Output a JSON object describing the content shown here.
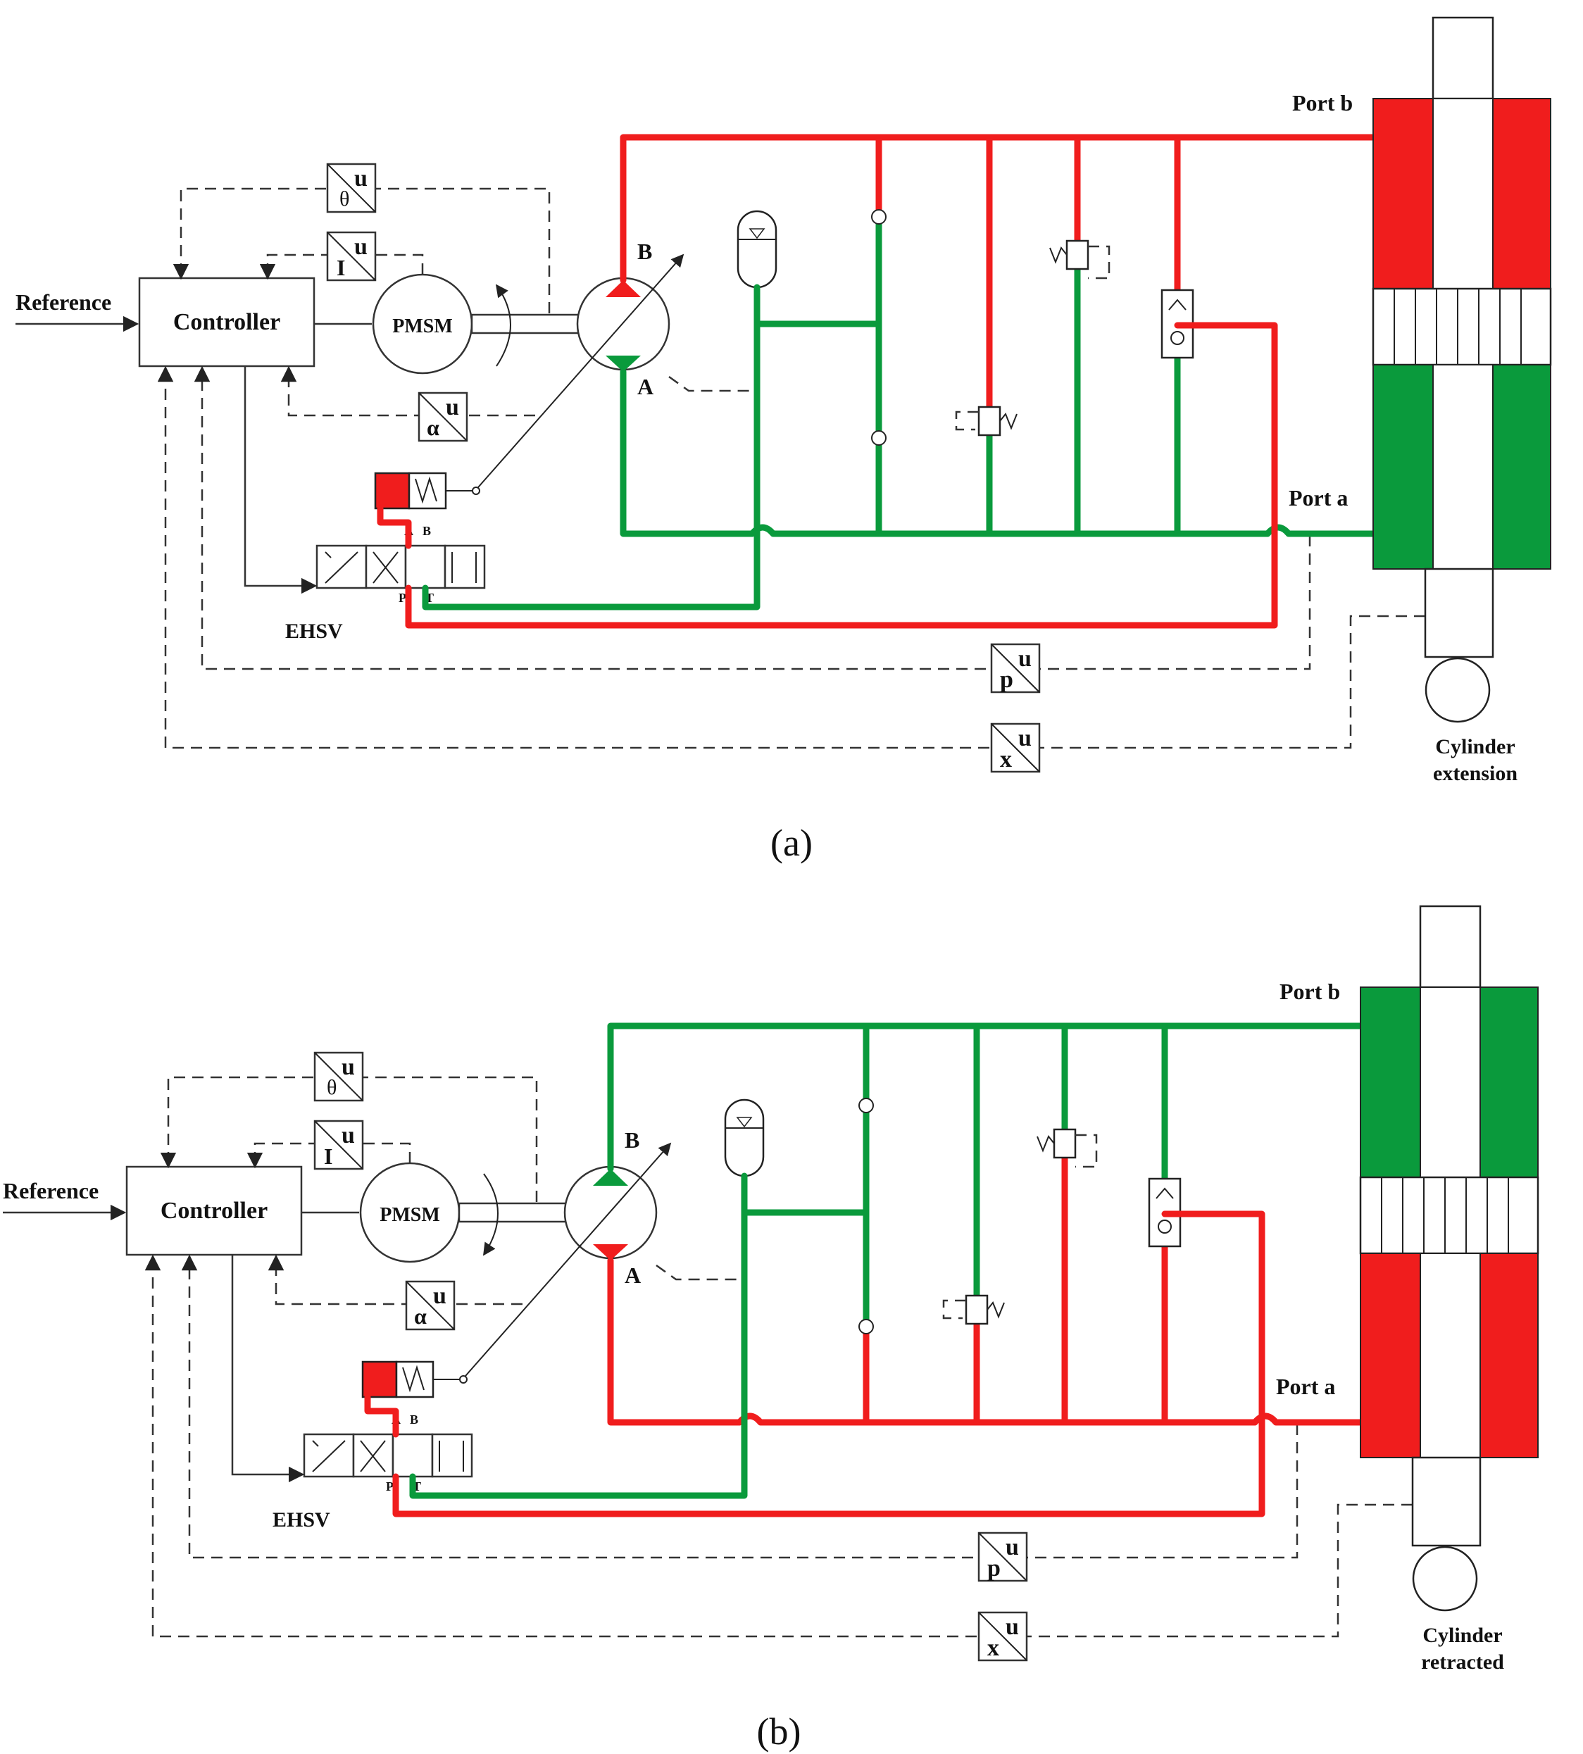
{
  "colors": {
    "pressure_line": "#f01d1d",
    "return_line": "#0a9a3c",
    "outline": "#222222",
    "dash_line": "#333333"
  },
  "panels": [
    {
      "caption": "(a)",
      "reference_label": "Reference",
      "controller_label": "Controller",
      "motor_label": "PMSM",
      "valve_label": "EHSV",
      "port_b_label": "Port b",
      "port_a_label": "Port a",
      "pump_port_b": "B",
      "pump_port_a": "A",
      "valve_port_a": "A",
      "valve_port_b": "B",
      "valve_port_p": "P",
      "valve_port_t": "T",
      "sensors": [
        {
          "id": "theta",
          "symbol": "θ",
          "superscript": "u"
        },
        {
          "id": "current",
          "symbol": "I",
          "superscript": "u"
        },
        {
          "id": "alpha",
          "symbol": "α",
          "superscript": "u"
        },
        {
          "id": "pressure",
          "symbol": "p",
          "superscript": "u"
        },
        {
          "id": "position",
          "symbol": "x",
          "superscript": "u"
        }
      ],
      "cylinder_state_line1": "Cylinder",
      "cylinder_state_line2": "extension"
    },
    {
      "caption": "(b)",
      "reference_label": "Reference",
      "controller_label": "Controller",
      "motor_label": "PMSM",
      "valve_label": "EHSV",
      "port_b_label": "Port b",
      "port_a_label": "Port a",
      "pump_port_b": "B",
      "pump_port_a": "A",
      "valve_port_a": "A",
      "valve_port_b": "B",
      "valve_port_p": "P",
      "valve_port_t": "T",
      "sensors": [
        {
          "id": "theta",
          "symbol": "θ",
          "superscript": "u"
        },
        {
          "id": "current",
          "symbol": "I",
          "superscript": "u"
        },
        {
          "id": "alpha",
          "symbol": "α",
          "superscript": "u"
        },
        {
          "id": "pressure",
          "symbol": "p",
          "superscript": "u"
        },
        {
          "id": "position",
          "symbol": "x",
          "superscript": "u"
        }
      ],
      "cylinder_state_line1": "Cylinder",
      "cylinder_state_line2": "retracted"
    }
  ]
}
